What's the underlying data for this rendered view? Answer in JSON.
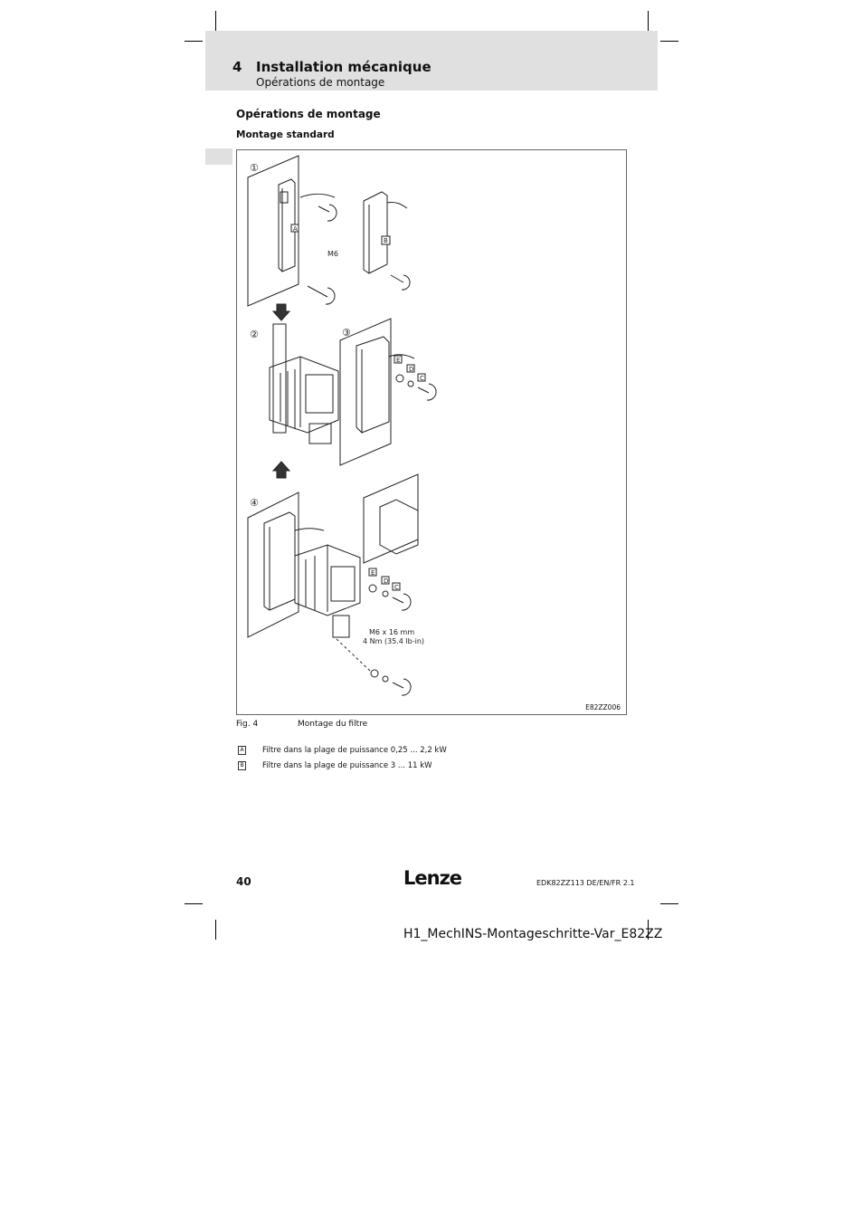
{
  "header": {
    "chapter_number": "4",
    "chapter_title": "Installation mécanique",
    "chapter_subtitle": "Opérations de montage"
  },
  "section": {
    "heading": "Opérations de montage",
    "subheading": "Montage standard"
  },
  "figure": {
    "code": "E82ZZ006",
    "step_labels": [
      "①",
      "②",
      "③",
      "④"
    ],
    "tags": [
      "A",
      "B",
      "E",
      "D",
      "C"
    ],
    "screw_label": "M6",
    "spec_line1": "M6 x 16 mm",
    "spec_line2": "4 Nm (35.4 lb-in)"
  },
  "caption": {
    "number": "Fig. 4",
    "title": "Montage du filtre"
  },
  "legend": [
    {
      "key": "A",
      "text": "Filtre dans la plage de puissance 0,25 ... 2,2 kW"
    },
    {
      "key": "B",
      "text": "Filtre dans la plage de puissance 3 ... 11 kW"
    }
  ],
  "footer": {
    "page_number": "40",
    "logo": "Lenze",
    "doc_code": "EDK82ZZ113  DE/EN/FR  2.1",
    "file_name": "H1_MechINS-Montageschritte-Var_E82ZZ"
  }
}
